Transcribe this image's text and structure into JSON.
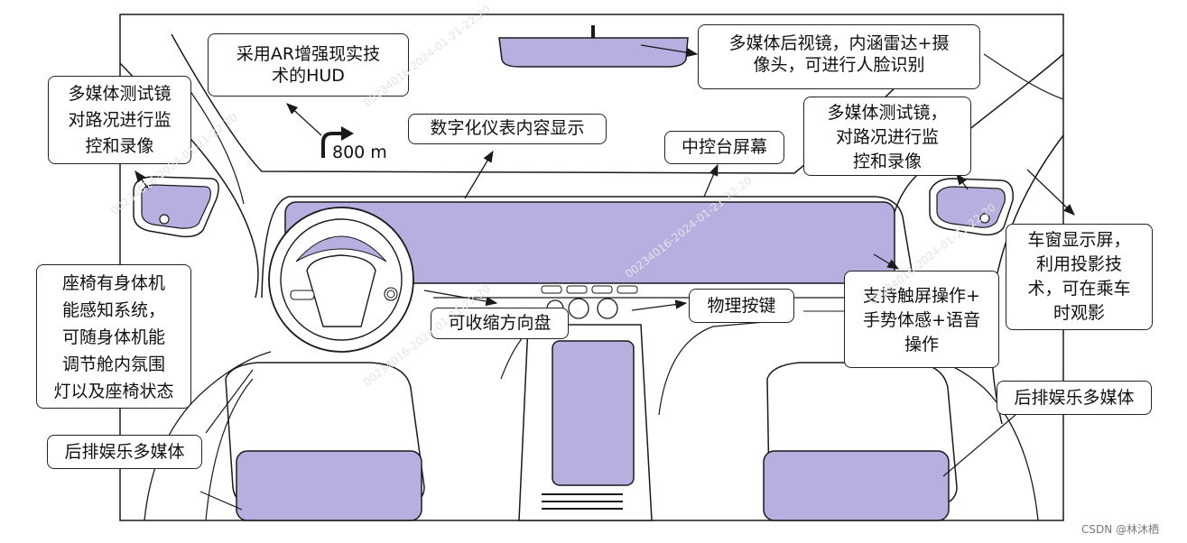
{
  "colors": {
    "accent": "#b8afe0",
    "outline": "#1a1a1a",
    "box_border": "#222222"
  },
  "callouts": {
    "hud": [
      "采用AR增强现实技",
      "术的HUD"
    ],
    "hud_arrow_distance": "800 m",
    "mirror": [
      "多媒体后视镜，内涵雷达+摄",
      "像头，可进行人脸识别"
    ],
    "left_side_mirror": [
      "多媒体测试镜",
      "对路况进行监",
      "控和录像"
    ],
    "right_side_mirror": [
      "多媒体测试镜，",
      "对路况进行监",
      "控和录像"
    ],
    "instrument": "数字化仪表内容显示",
    "center_screen": "中控台屏幕",
    "window_display": [
      "车窗显示屏，",
      "利用投影技",
      "术，可在乘车",
      "时观影"
    ],
    "seat_sensing": [
      "座椅有身体机",
      "能感知系统，",
      "可随身体机能",
      "调节舱内氛围",
      "灯以及座椅状态"
    ],
    "steering_wheel": "可收缩方向盘",
    "physical_buttons": "物理按键",
    "touch_gesture_voice": [
      "支持触屏操作+",
      "手势体感+语音",
      "操作"
    ],
    "rear_entertainment_left": "后排娱乐多媒体",
    "rear_entertainment_right": "后排娱乐多媒体"
  },
  "credit": "CSDN @林沐栖",
  "watermark": "00234016-2024-01-21-22:20"
}
